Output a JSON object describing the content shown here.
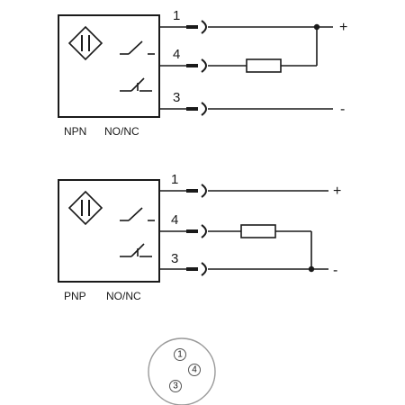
{
  "diagrams": [
    {
      "id": "npn",
      "caption_type": "NPN",
      "caption_mode": "NO/NC",
      "pins": [
        "1",
        "4",
        "3"
      ],
      "supply_positive": "+",
      "supply_negative": "-"
    },
    {
      "id": "pnp",
      "caption_type": "PNP",
      "caption_mode": "NO/NC",
      "pins": [
        "1",
        "4",
        "3"
      ],
      "supply_positive": "+",
      "supply_negative": "-"
    }
  ],
  "connector": {
    "pins": [
      "1",
      "4",
      "3"
    ]
  }
}
